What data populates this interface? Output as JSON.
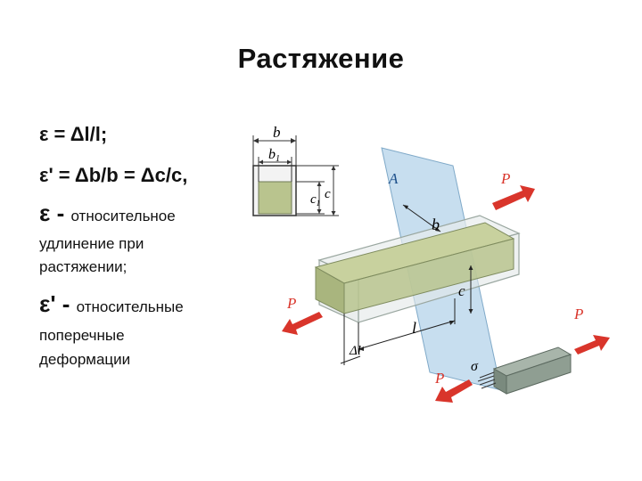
{
  "title": "Растяжение",
  "formulas": {
    "line1": "ε = Δl/l;",
    "line2": "ε' = Δb/b = Δc/c,"
  },
  "definitions": {
    "eps_symbol": "ε",
    "eps_dash": " - ",
    "eps_text_1": "относительное",
    "eps_text_2": "удлинение при",
    "eps_text_3": "растяжении;",
    "eps2_symbol": "ε'",
    "eps2_dash": " - ",
    "eps2_text_1": "относительные",
    "eps2_text_2": "поперечные",
    "eps2_text_3": "деформации"
  },
  "figure": {
    "label_b": "b",
    "label_b1": "b",
    "label_b1_sub": "1",
    "label_c1": "c",
    "label_c1_sub": "1",
    "label_c": "c",
    "label_A": "A",
    "label_P1": "P",
    "label_P2": "P",
    "label_P3": "P",
    "label_P4": "P",
    "label_b_main": "b",
    "label_c_main": "c",
    "label_l": "l",
    "label_dl": "Δl",
    "label_sigma": "σ",
    "colors": {
      "arrow_red": "#d9352b",
      "plane_blue": "#a9cde6",
      "bar_green": "#b9c48e",
      "bar_outline": "#9aa7a0",
      "small_bar": "#8f9e92"
    }
  }
}
